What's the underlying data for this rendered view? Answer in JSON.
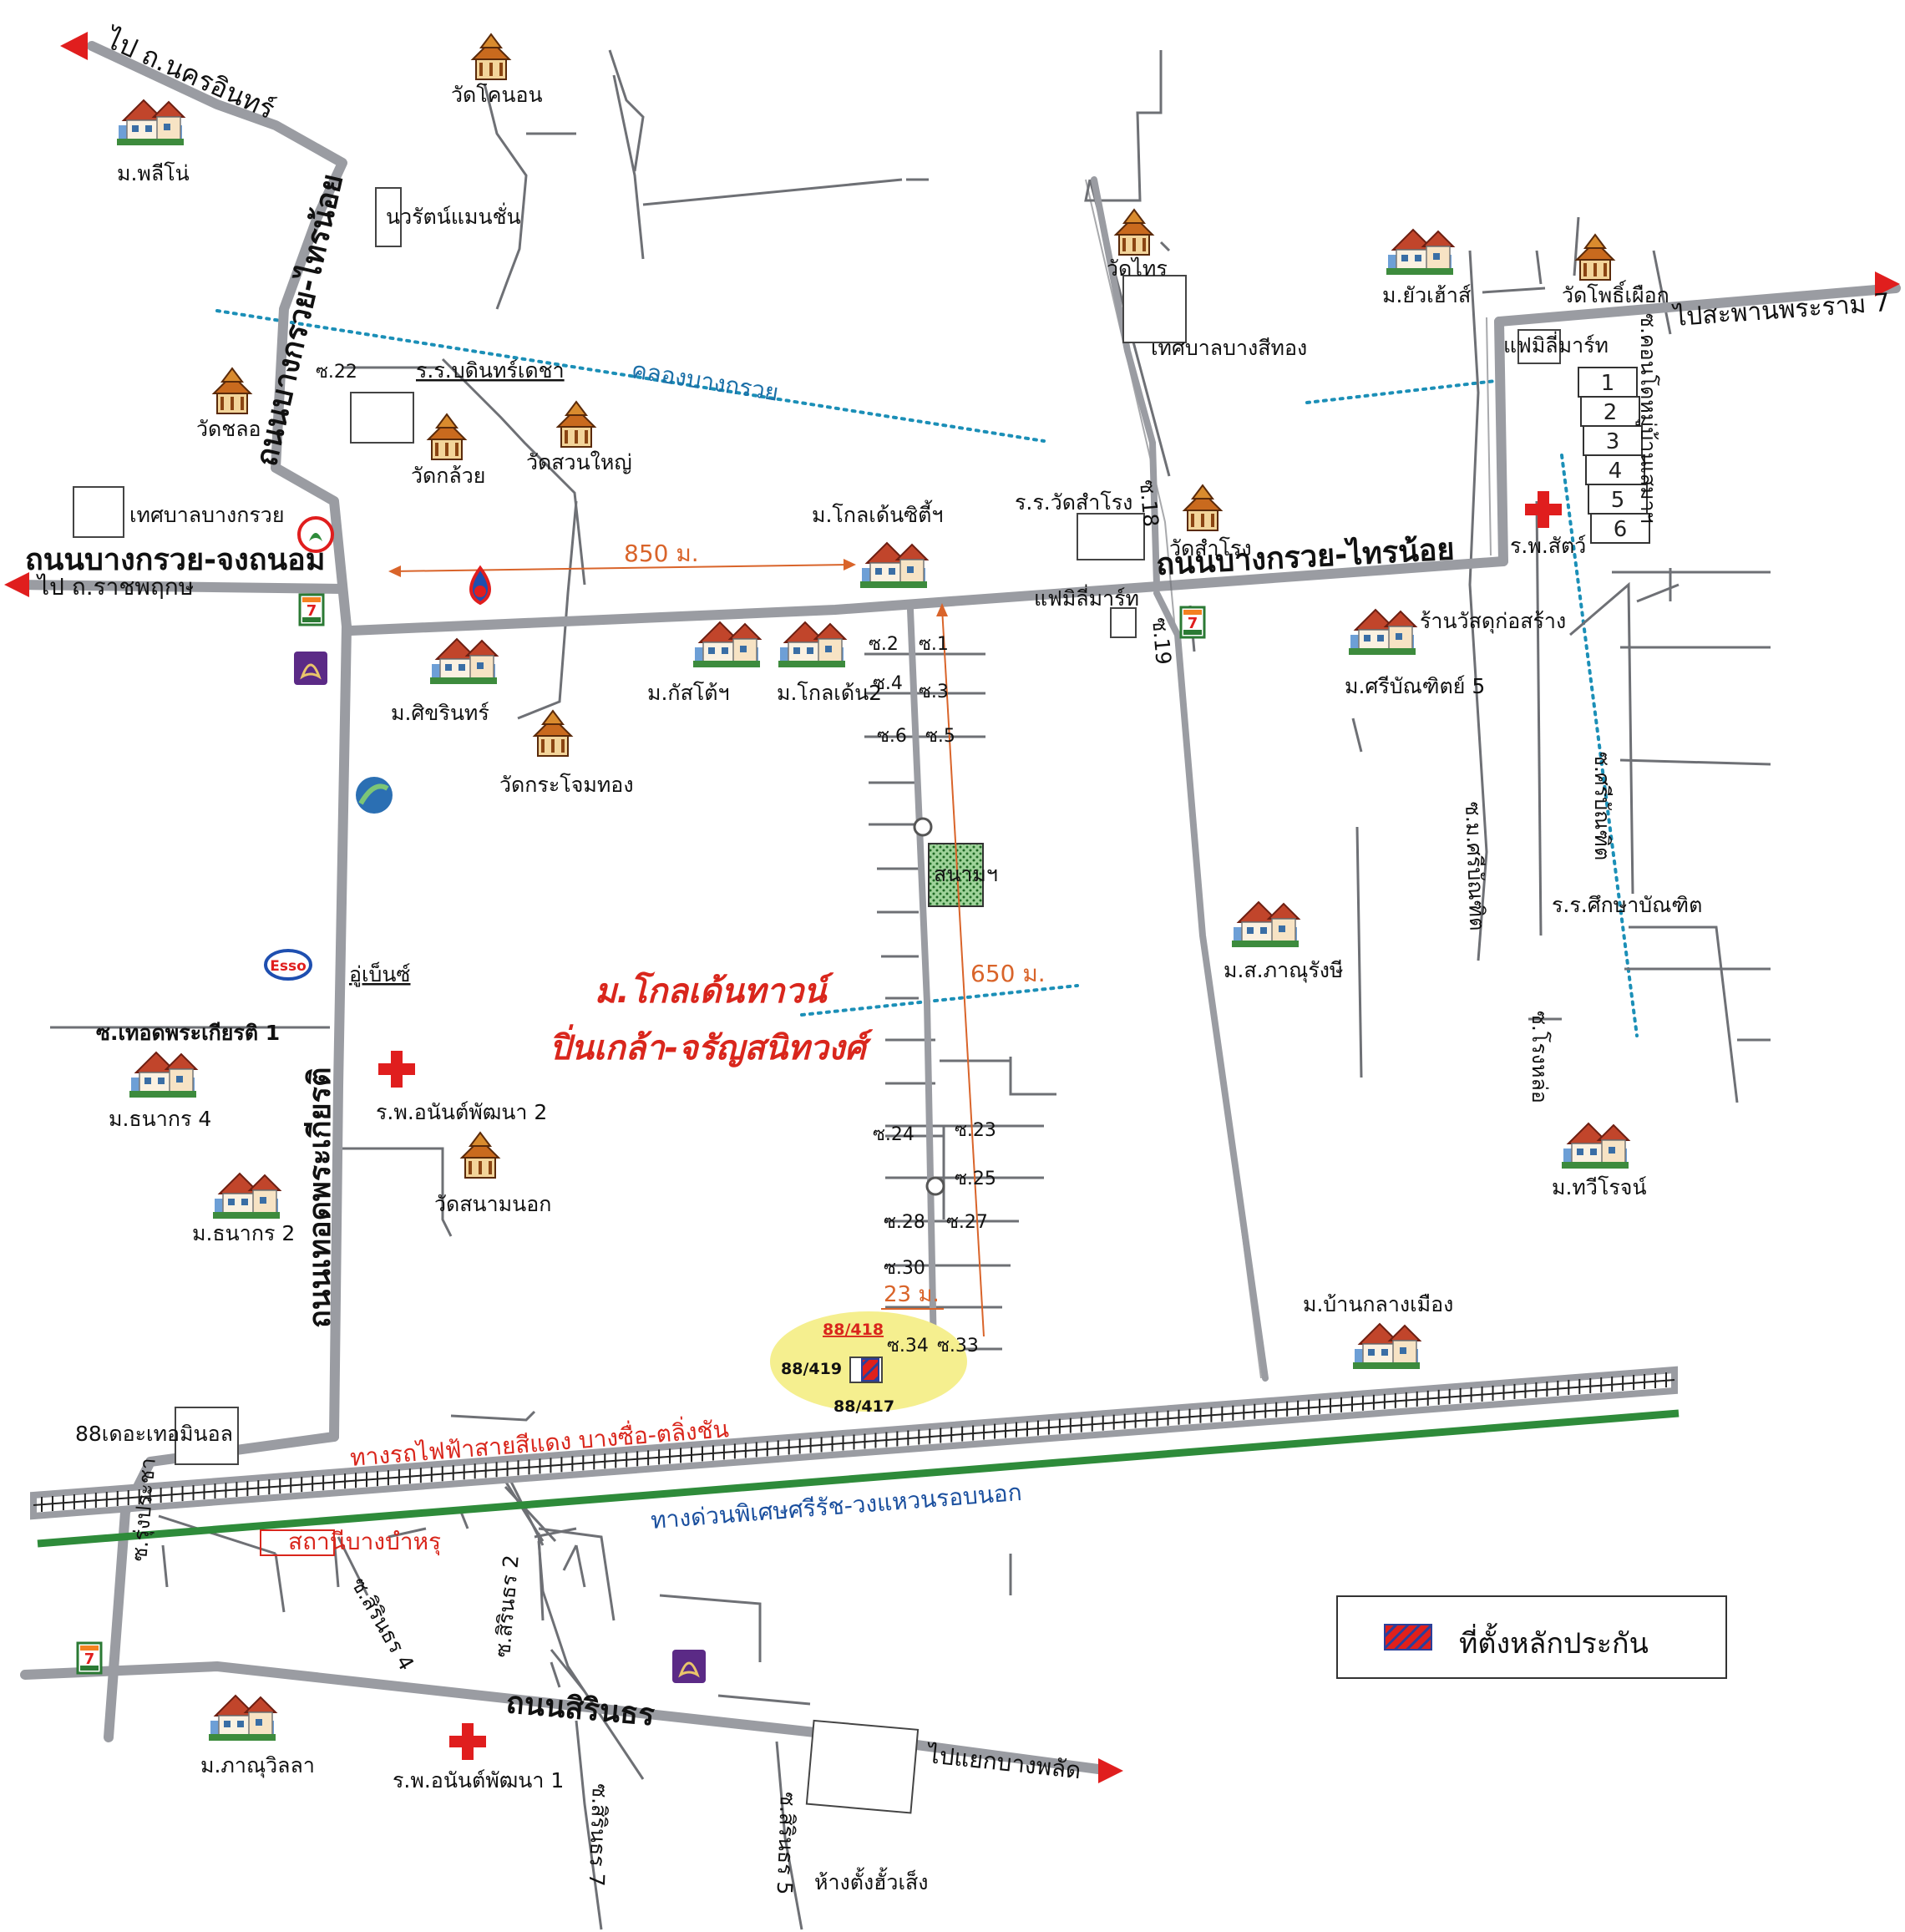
{
  "roads": {
    "bangkruai_chongthanom": "ถนนบางกรวย-จงถนอม",
    "bangkruai_sainoi_top": "ถนนบางกรวย-ไทรน้อย",
    "bangkruai_sainoi_main": "ถนนบางกรวย-ไทรน้อย",
    "thoetprakiat": "ถนนเทอดพระเกียรติ",
    "sirindhorn": "ถนนสิรินธร",
    "red_line": "ทางรถไฟฟ้าสายสีแดง บางซื่อ-ตลิ่งชัน",
    "expressway": "ทางด่วนพิเศษศรีรัช-วงแหวนรอบนอก",
    "canal": "คลองบางกรวย",
    "soi_thoet1": "ซ.เทอดพระเกียรติ 1",
    "soi_mu_sri": "ซ.ม.ศรีบัณฑิต",
    "soi_sri_bandit_vert": "ซ.ศรีบัณฑิต",
    "soi_rongchot": "ซ.โรงหล่อ",
    "soi_khon": "ซ.คอนโดหมู่บ้านเสมาฯ",
    "soi_rung": "ซ.รุ่งประชา",
    "soi_sirin4": "ซ.สิรินธร 4",
    "soi_sirin2": "ซ.สิรินธร 2",
    "soi_sirin7": "ซ.สิรินธร 7",
    "soi_sirin5": "ซ.สิรินธร 5"
  },
  "directions": {
    "nakhon_in": "ไป ถ.นครอินทร์",
    "ratchaphruek": "ไป ถ.ราชพฤกษ",
    "rama7": "ไปสะพานพระราม 7",
    "bang_phlat": "ไปแยกบางพลัด"
  },
  "places": {
    "wat_khon_non": "วัดโคนอน",
    "m_pleno": "ม.พลีโน่",
    "nawarat": "นวรัตน์แมนชั่น",
    "wat_chalo": "วัดชลอ",
    "s22": "ซ.22",
    "rr_bodin": "ร.ร.บดินทร์เดชา",
    "wat_kluai": "วัดกล้วย",
    "wat_suan_yai": "วัดสวนใหญ่",
    "thesaban_bangkruai": "เทศบาลบางกรวย",
    "m_golden_city": "ม.โกลเด้นซิตี้ฯ",
    "rr_wat_samrong": "ร.ร.วัดสำโรง",
    "wat_samrong": "วัดสำโรง",
    "s18": "ซ.18",
    "s19": "ซ.19",
    "family_mart_1": "แฟมิลี่มาร์ท",
    "family_mart_2": "แฟมิลี่มาร์ท",
    "wat_sai": "วัดไทร",
    "thesaban_bang_si_thong": "เทศบาลบางสีทอง",
    "m_yuea": "ม.ยัวเฮ้าส์",
    "wat_pho_phueak": "วัดโพธิ์เผือก",
    "rp_sat": "ร.พ.สัตว์",
    "shop_construction": "ร้านวัสดุก่อสร้าง",
    "m_sri_bandit5": "ม.ศรีบัณฑิตย์ 5",
    "m_kasto": "ม.กัสโต้ฯ",
    "m_golden2": "ม.โกลเด้น2",
    "m_sikharin": "ม.ศิขรินทร์",
    "wat_krachom_thong": "วัดกระโจมทอง",
    "sanam": "สนามฯ",
    "rr_suksa": "ร.ร.ศึกษาบัณฑิต",
    "m_s_phanurangsi": "ม.ส.ภาณุรังษี",
    "m_thawiroj": "ม.ทวีโรจน์",
    "oo_benz": "อู่เบ็นซ์",
    "m_thanakorn4": "ม.ธนากร 4",
    "rp_anan2": "ร.พ.อนันต์พัฒนา 2",
    "wat_sanam_nok": "วัดสนามนอก",
    "m_thanakorn2": "ม.ธนากร 2",
    "project_line1": "ม.โกลเด้นทาวน์",
    "project_line2": "ปิ่นเกล้า-จรัญสนิทวงศ์",
    "m_ban_klang_mueang": "ม.บ้านกลางเมือง",
    "terminal88": "88เดอะเทอมินอล",
    "station_bang_bamru": "สถานีบางบำหรุ",
    "m_phanu_villa": "ม.ภาณุวิลลา",
    "rp_anan1": "ร.พ.อนันต์พัฒนา 1",
    "hang_tang_hua_seng": "ห้างตั้งฮั้วเส็ง"
  },
  "sois": {
    "s1": "ซ.1",
    "s2": "ซ.2",
    "s3": "ซ.3",
    "s4": "ซ.4",
    "s5": "ซ.5",
    "s6": "ซ.6",
    "s23": "ซ.23",
    "s24": "ซ.24",
    "s25": "ซ.25",
    "s27": "ซ.27",
    "s28": "ซ.28",
    "s30": "ซ.30",
    "s33": "ซ.33",
    "s34": "ซ.34"
  },
  "distances": {
    "d850": "850 ม.",
    "d650": "650 ม.",
    "d23": "23 ม."
  },
  "plots": {
    "p418": "88/418",
    "p419": "88/419",
    "p417": "88/417"
  },
  "condo_units": [
    "1",
    "2",
    "3",
    "4",
    "5",
    "6"
  ],
  "legend": {
    "label": "ที่ตั้งหลักประกัน"
  },
  "colors": {
    "road": "#9a9ca2",
    "road_edge": "#6e7075",
    "canal_dots": "#1b8fb7",
    "text_red": "#d9261c",
    "text_blue": "#1a4f9e",
    "distance_orange": "#d9642a",
    "expressway_green": "#2e8b3a",
    "highlight": "#f5ef8f",
    "collateral": "#e0201b"
  },
  "icons": [
    "temple-icon",
    "house-icon",
    "hospital-cross-icon",
    "seven-eleven-icon",
    "ptt-icon",
    "esso-icon",
    "kasikorn-icon",
    "scb-icon",
    "bangchak-icon"
  ]
}
